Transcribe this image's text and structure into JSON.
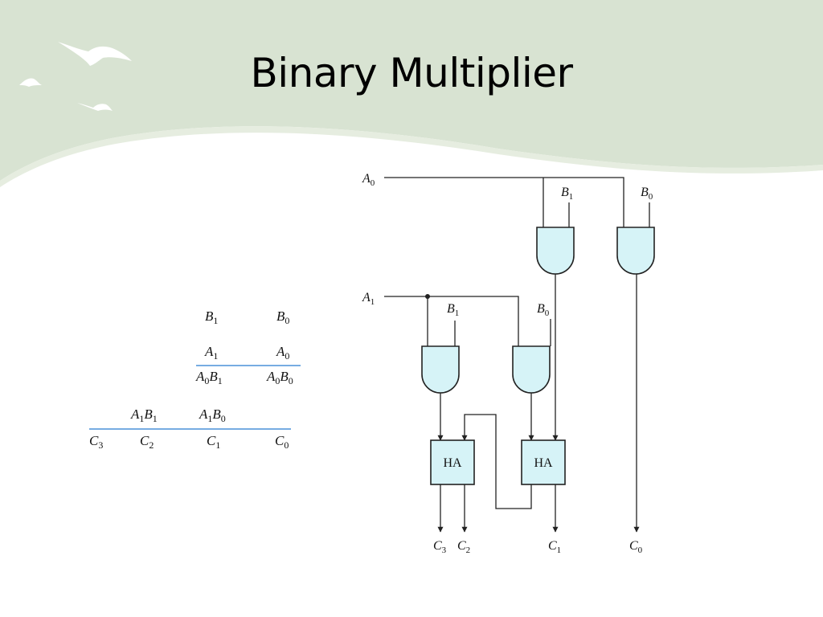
{
  "slide": {
    "title": "Binary Multiplier"
  },
  "colors": {
    "header_band": "#d8e3d2",
    "header_band_light": "#e6ede0",
    "gate_fill": "#d6f3f7",
    "rule_blue": "#4a90d9",
    "wire": "#222222"
  },
  "long_multiplication": {
    "row1": [
      {
        "base": "B",
        "sub": "1"
      },
      {
        "base": "B",
        "sub": "0"
      }
    ],
    "row2": [
      {
        "base": "A",
        "sub": "1"
      },
      {
        "base": "A",
        "sub": "0"
      }
    ],
    "row3": [
      {
        "terms": [
          {
            "base": "A",
            "sub": "0"
          },
          {
            "base": "B",
            "sub": "1"
          }
        ]
      },
      {
        "terms": [
          {
            "base": "A",
            "sub": "0"
          },
          {
            "base": "B",
            "sub": "0"
          }
        ]
      }
    ],
    "row4": [
      {
        "terms": [
          {
            "base": "A",
            "sub": "1"
          },
          {
            "base": "B",
            "sub": "1"
          }
        ]
      },
      {
        "terms": [
          {
            "base": "A",
            "sub": "1"
          },
          {
            "base": "B",
            "sub": "0"
          }
        ]
      }
    ],
    "result": [
      {
        "base": "C",
        "sub": "3"
      },
      {
        "base": "C",
        "sub": "2"
      },
      {
        "base": "C",
        "sub": "1"
      },
      {
        "base": "C",
        "sub": "0"
      }
    ]
  },
  "circuit": {
    "input_a0": {
      "base": "A",
      "sub": "0"
    },
    "input_a1": {
      "base": "A",
      "sub": "1"
    },
    "gate_label_b1_top": {
      "base": "B",
      "sub": "1"
    },
    "gate_label_b0_top": {
      "base": "B",
      "sub": "0"
    },
    "gate_label_b1_mid": {
      "base": "B",
      "sub": "1"
    },
    "gate_label_b0_mid": {
      "base": "B",
      "sub": "0"
    },
    "half_adder_label": "HA",
    "outputs": [
      {
        "base": "C",
        "sub": "3"
      },
      {
        "base": "C",
        "sub": "2"
      },
      {
        "base": "C",
        "sub": "1"
      },
      {
        "base": "C",
        "sub": "0"
      }
    ]
  }
}
